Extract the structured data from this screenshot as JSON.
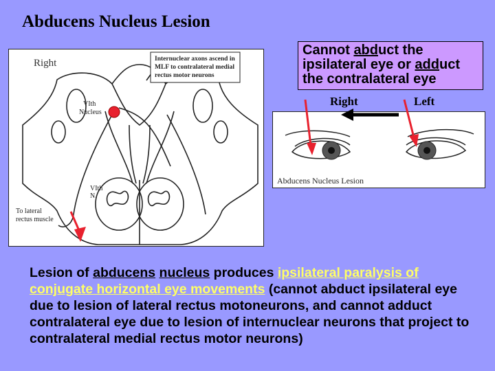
{
  "title": "Abducens Nucleus Lesion",
  "callout": {
    "pre1": "Cannot ",
    "u1": "abd",
    "post1": "uct the ipsilateral eye or ",
    "u2": "add",
    "post2": "uct the contralateral eye"
  },
  "labels": {
    "right": "Right",
    "left": "Left"
  },
  "diagram": {
    "side_label": "Right",
    "axon_note": [
      "Internuclear axons ascend in",
      "MLF to contralateral medial",
      "rectus motor neurons"
    ],
    "nucleus_label": [
      "VIth",
      "Nucleus"
    ],
    "nerve_label": [
      "VIth",
      "N."
    ],
    "muscle_label": [
      "To lateral",
      "rectus muscle"
    ]
  },
  "eyes_caption": "Abducens Nucleus Lesion",
  "body": {
    "p1": "Lesion of ",
    "p2": "abducens",
    "p3": " ",
    "p4": "nucleus",
    "p5": " produces ",
    "hl1": "ipsilateral paralysis of conjugate horizontal eye movements",
    "p6": " (cannot abduct ipsilateral eye due to lesion of lateral rectus motoneurons, and cannot adduct contralateral eye due to lesion of internuclear neurons that project to contralateral medial rectus motor neurons)"
  }
}
